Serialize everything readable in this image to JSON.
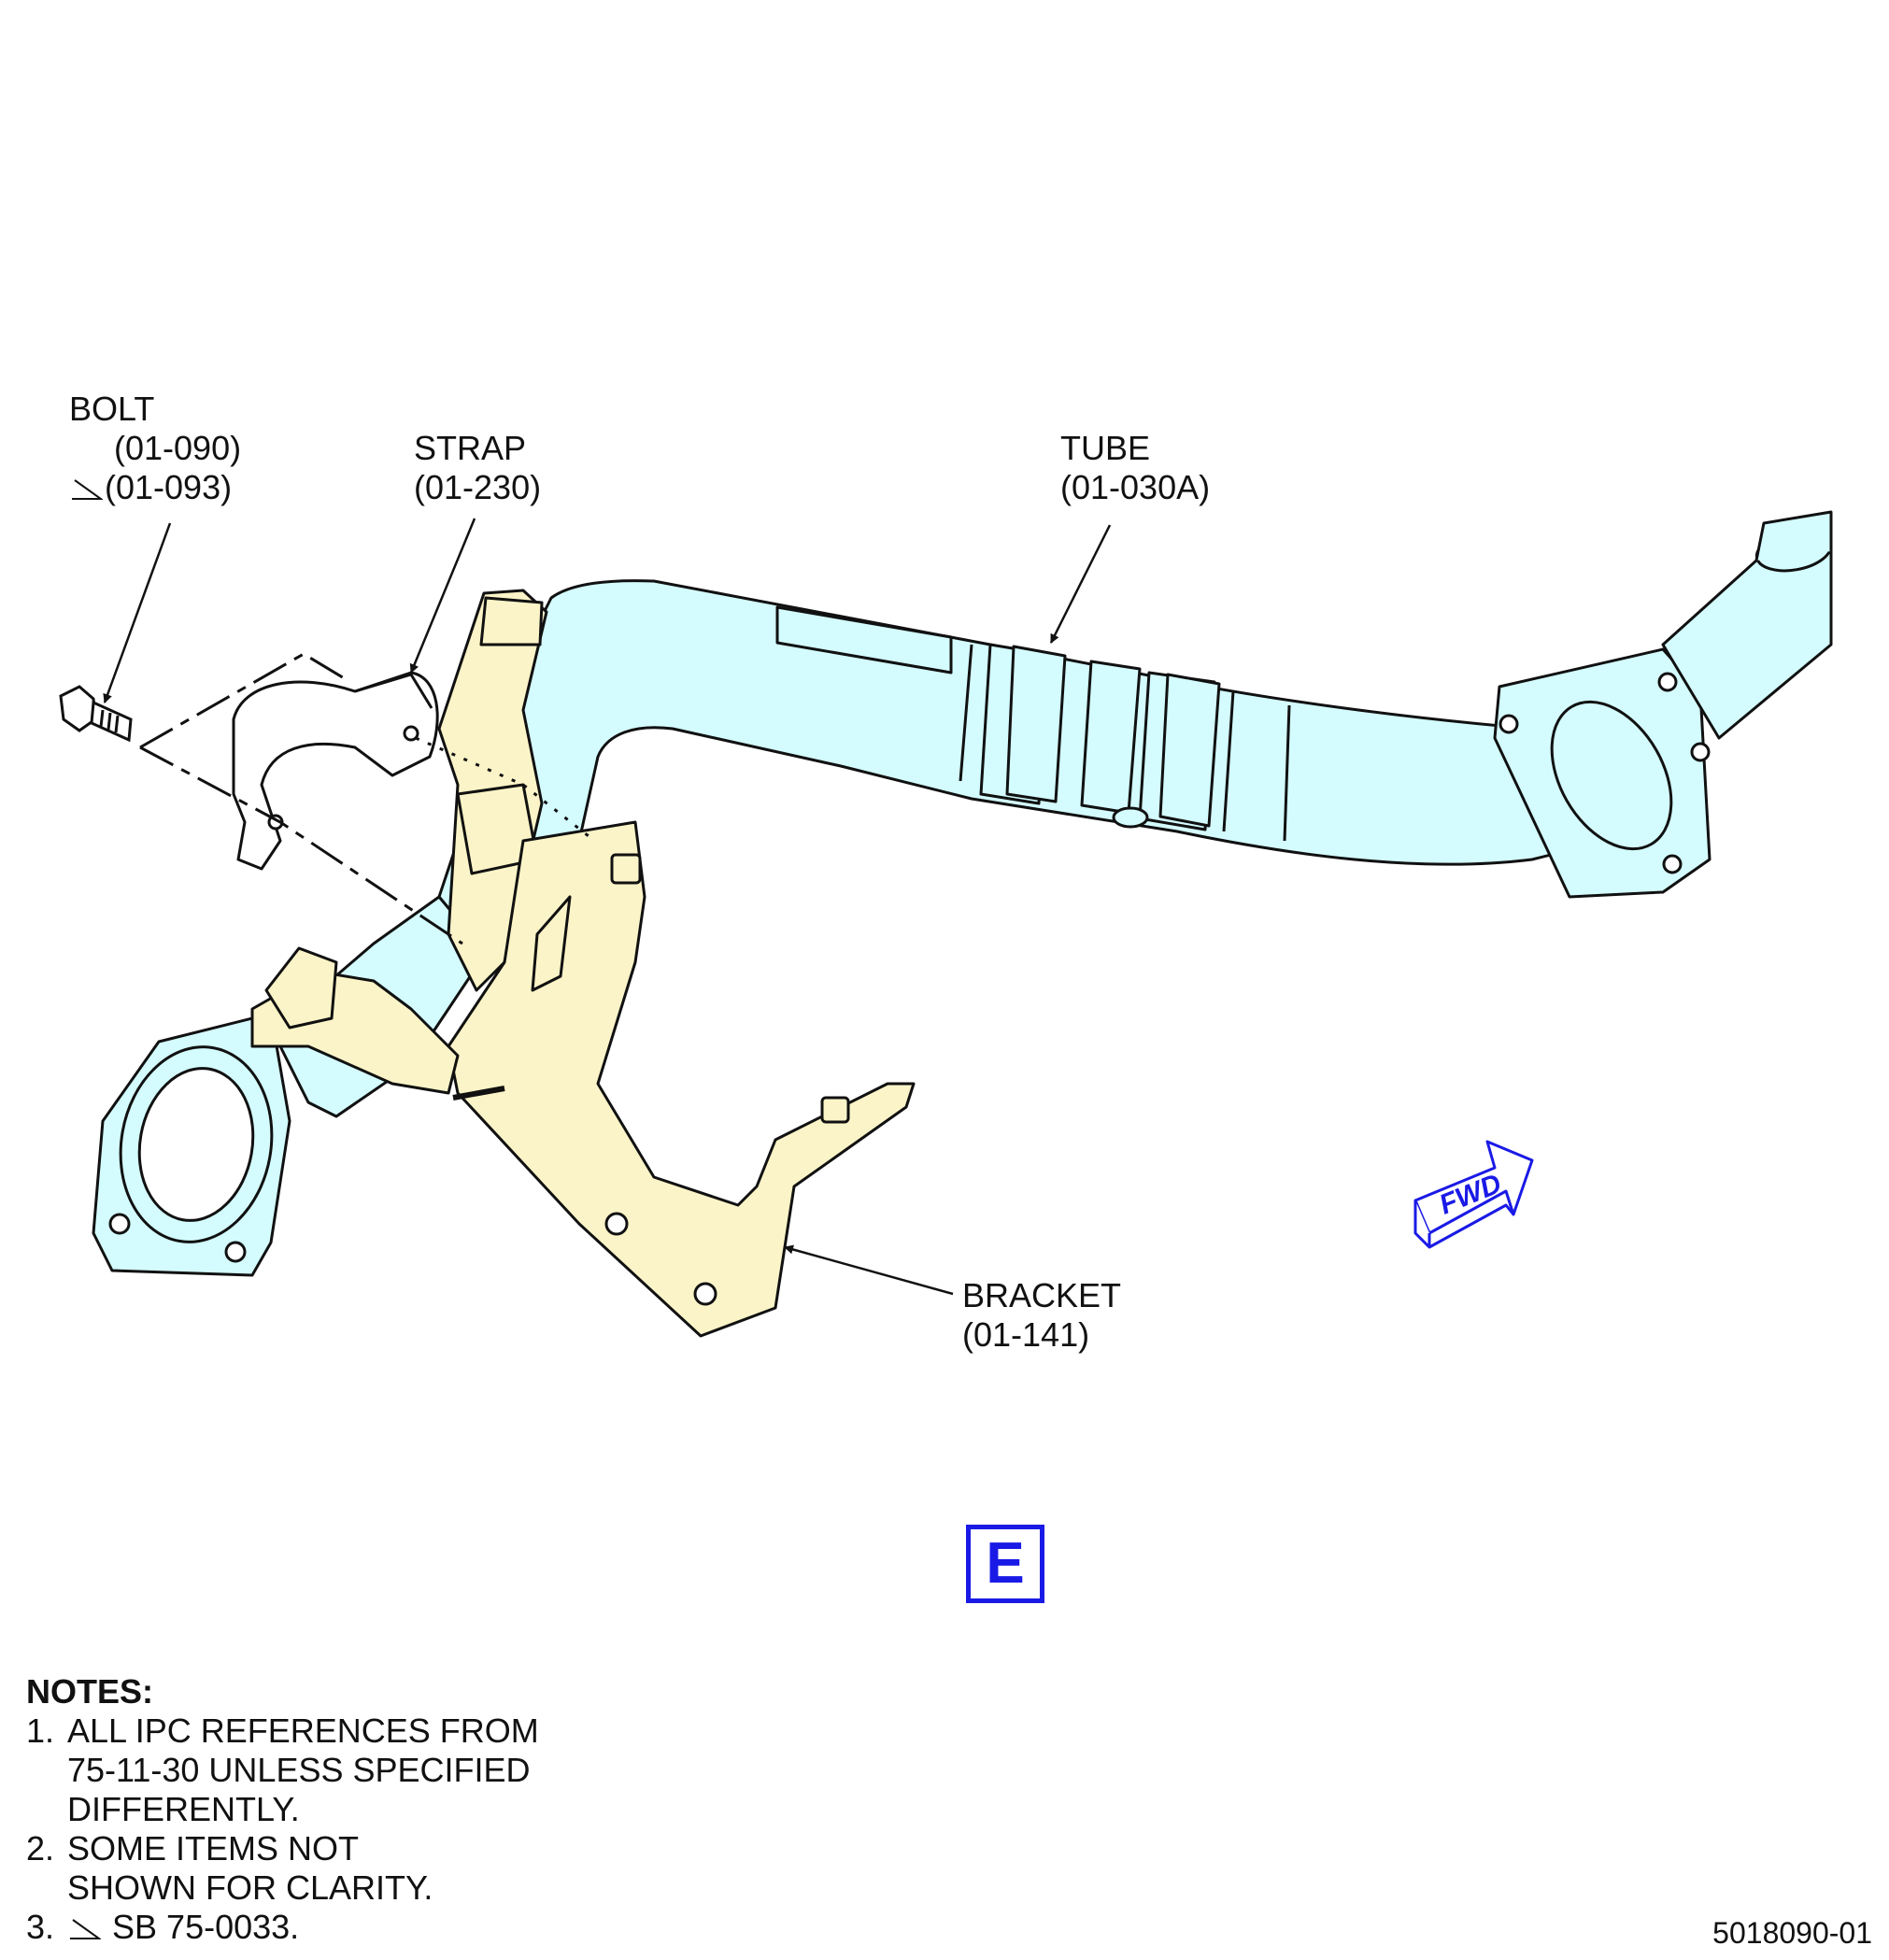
{
  "labels": {
    "bolt": {
      "name": "BOLT",
      "ref1": "(01-090)",
      "ref2": "(01-093)"
    },
    "strap": {
      "name": "STRAP",
      "ref": "(01-230)"
    },
    "tube": {
      "name": "TUBE",
      "ref": "(01-030A)"
    },
    "bracket": {
      "name": "BRACKET",
      "ref": "(01-141)"
    }
  },
  "fwd_arrow": {
    "text": "FWD",
    "color": "#1a1ae6"
  },
  "view": {
    "letter": "E",
    "color": "#1a1ae6"
  },
  "notes": {
    "title": "NOTES:",
    "items": [
      {
        "num": "1.",
        "lines": [
          "ALL IPC REFERENCES FROM",
          "75-11-30 UNLESS SPECIFIED",
          "DIFFERENTLY."
        ]
      },
      {
        "num": "2.",
        "lines": [
          "SOME ITEMS NOT",
          "SHOWN FOR CLARITY."
        ]
      },
      {
        "num": "3.",
        "lines": [
          "SB 75-0033."
        ]
      }
    ]
  },
  "sheet_id": "5018090-01",
  "colors": {
    "tube_fill": "#d4fcff",
    "bracket_fill": "#fbf4c8",
    "outline": "#111111"
  }
}
